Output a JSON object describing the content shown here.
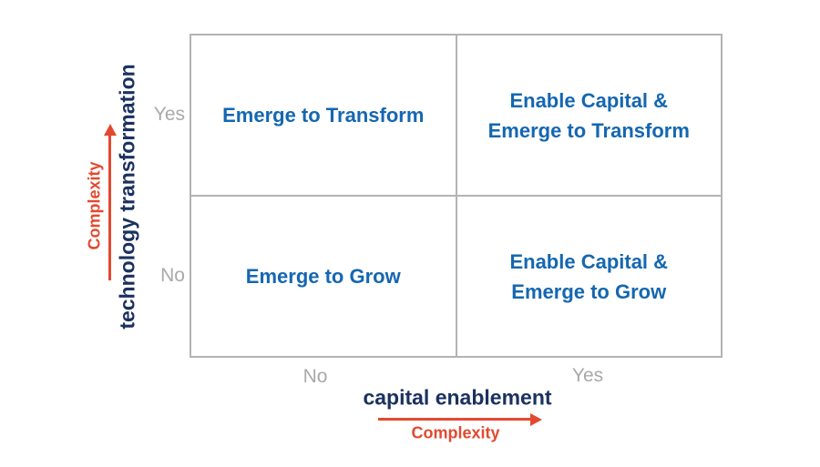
{
  "diagram": {
    "type": "2x2-quadrant-matrix",
    "quadrants": [
      {
        "position": "top-left",
        "label": "Emerge to Transform"
      },
      {
        "position": "top-right",
        "label": "Enable Capital &\nEmerge to Transform"
      },
      {
        "position": "bottom-left",
        "label": "Emerge to Grow"
      },
      {
        "position": "bottom-right",
        "label": "Enable Capital &\nEmerge to Grow"
      }
    ]
  },
  "y_axis": {
    "title": "technology transformation",
    "arrow_label": "Complexity",
    "arrow_direction": "up",
    "tick_top": "Yes",
    "tick_bottom": "No"
  },
  "x_axis": {
    "title": "capital enablement",
    "arrow_label": "Complexity",
    "arrow_direction": "right",
    "tick_left": "No",
    "tick_right": "Yes"
  },
  "colors": {
    "quadrant_text": "#1467b1",
    "axis_title": "#1b3160",
    "accent_red": "#e3492f",
    "tick_gray": "#a9a9a9",
    "grid_line": "#b3b3b3",
    "background": "#ffffff"
  }
}
